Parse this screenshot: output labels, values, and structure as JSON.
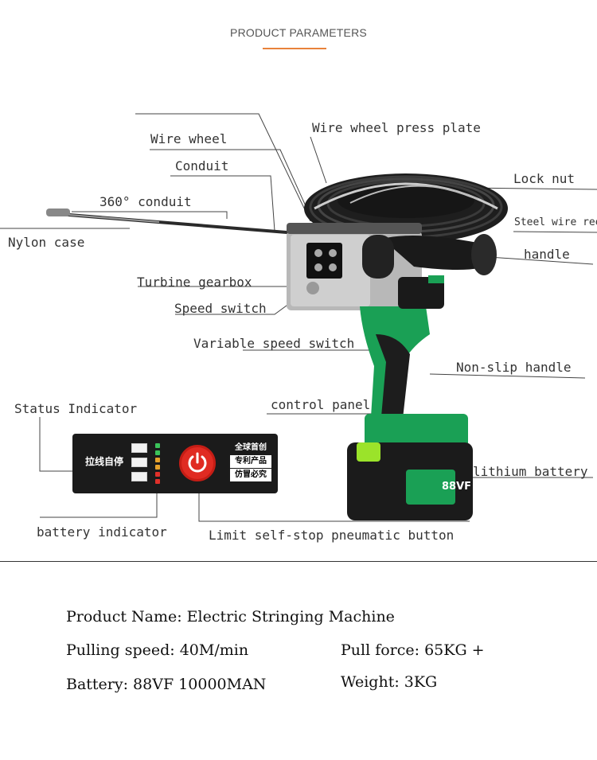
{
  "header": {
    "title": "PRODUCT PARAMETERS"
  },
  "labels": {
    "wire_wheel": "Wire wheel",
    "wire_wheel_press_plate": "Wire wheel press plate",
    "conduit": "Conduit",
    "conduit_360": "360°  conduit",
    "lock_nut": "Lock nut",
    "nylon_case": "Nylon case",
    "steel_wire_reel": "Steel wire reel",
    "handle": "handle",
    "turbine_gearbox": "Turbine gearbox",
    "speed_switch": "Speed switch",
    "variable_speed_switch": "Variable speed switch",
    "non_slip_handle": "Non-slip handle",
    "status_indicator": "Status Indicator",
    "control_panel": "control panel",
    "lithium_battery": "lithium battery",
    "battery_indicator": "battery indicator",
    "limit_button": "Limit self-stop pneumatic button"
  },
  "panel": {
    "left_text": "拉线自停",
    "badge": [
      "全球首创",
      "专利产品",
      "仿冒必究"
    ]
  },
  "battery_pack": {
    "label": "88VF"
  },
  "specs": {
    "product_name": "Product Name: Electric Stringing Machine",
    "pulling_speed": "Pulling speed: 40M/min",
    "pull_force": "Pull force: 65KG +",
    "battery": "Battery: 88VF 10000MAN",
    "weight": "Weight: 3KG"
  },
  "colors": {
    "accent_orange": "#e8823a",
    "tool_green": "#1aa055",
    "power_red": "#e02b22"
  }
}
